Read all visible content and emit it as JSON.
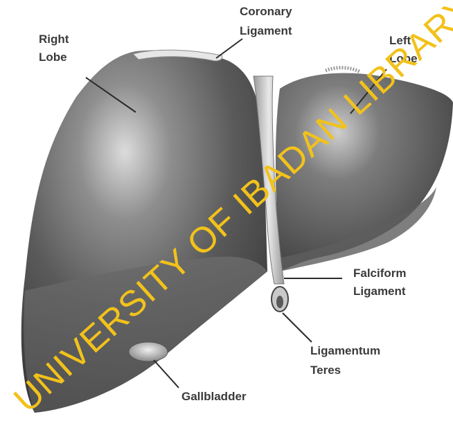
{
  "figure": {
    "labels": {
      "right_lobe": [
        "Right",
        "Lobe"
      ],
      "coronary_ligament": [
        "Coronary",
        "Ligament"
      ],
      "left_lobe": [
        "Left",
        "Lobe"
      ],
      "falciform_ligament": [
        "Falciform",
        "Ligament"
      ],
      "ligamentum_teres": [
        "Ligamentum",
        "Teres"
      ],
      "gallbladder": "Gallbladder"
    },
    "watermark": "UNIVERSITY OF IBADAN LIBRARY",
    "colors": {
      "liver_dark": "#3c3c3c",
      "liver_mid": "#6b6b6b",
      "liver_light": "#d8d8d8",
      "label_text": "#3a3a3a",
      "watermark": "#f2c21b"
    }
  }
}
